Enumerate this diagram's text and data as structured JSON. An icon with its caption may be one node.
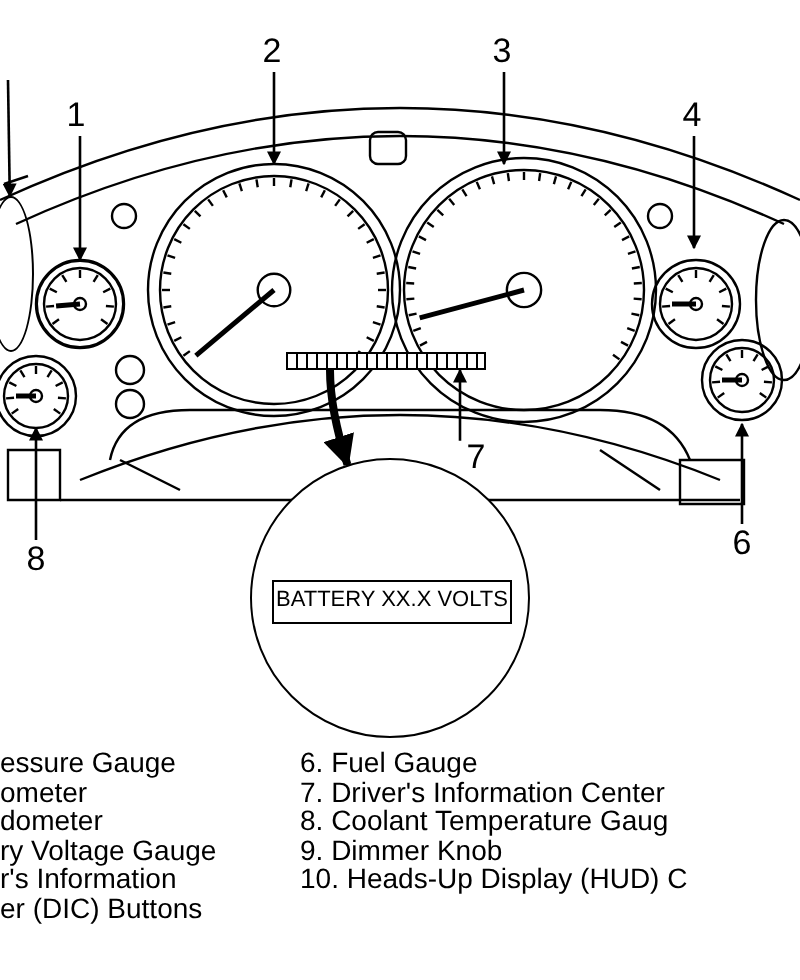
{
  "diagram": {
    "nodes": [
      {
        "text": [
          "2"
        ]
      },
      {
        "text": [
          "3"
        ]
      },
      {
        "text": [
          "1"
        ]
      },
      {
        "text": [
          "4"
        ]
      },
      {
        "text": [],
        "shape": "bar"
      },
      {
        "text": [
          "7"
        ]
      },
      {
        "text": [
          "6"
        ]
      },
      {
        "text": [
          "8"
        ]
      },
      {
        "text": [],
        "shape": "circle"
      },
      {
        "text": [
          "BATTERY XX.X VOLTS"
        ],
        "in": 8
      },
      {
        "text": [],
        "shape": "ellipse"
      },
      {
        "text": [],
        "shape": "circle"
      }
    ],
    "edges": [
      {
        "from": 0,
        "to": null,
        "arrow": "to"
      },
      {
        "from": 1,
        "to": null,
        "arrow": "to"
      },
      {
        "from": 2,
        "to": 11,
        "arrow": "to"
      },
      {
        "from": 3,
        "to": null,
        "arrow": "to"
      },
      {
        "from": 5,
        "to": 4,
        "arrow": "to"
      },
      {
        "from": 6,
        "to": null,
        "arrow": "to"
      },
      {
        "from": 7,
        "to": null,
        "arrow": "to"
      },
      {
        "from": 4,
        "to": 8,
        "arrow": "to",
        "style": "thick"
      },
      {
        "from": null,
        "to": 10,
        "arrow": "to"
      }
    ],
    "labels": [
      "essure Gauge",
      "6. Fuel Gauge",
      "ometer",
      "7. Driver's Information Center",
      "dometer",
      "8. Coolant Temperature Gaug",
      "ry Voltage Gauge",
      "9. Dimmer Knob",
      "r's Information",
      "10. Heads-Up Display (HUD) C",
      "er (DIC) Buttons"
    ]
  }
}
